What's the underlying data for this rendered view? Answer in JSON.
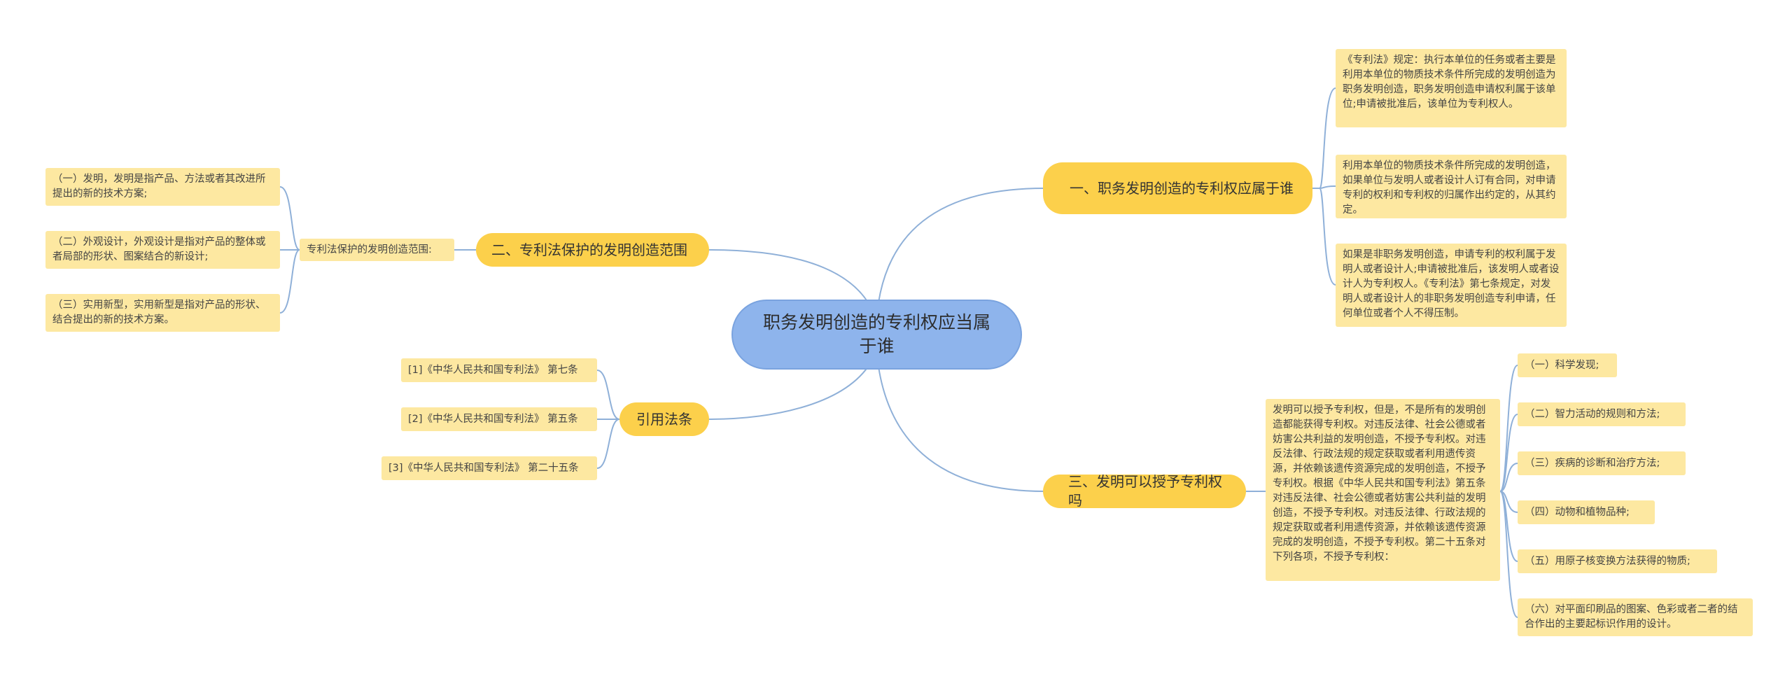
{
  "root": {
    "title": "职务发明创造的专利权应当属于谁"
  },
  "branches": {
    "b1": {
      "label": "一、职务发明创造的专利权应属于谁",
      "leaves": [
        "《专利法》规定：执行本单位的任务或者主要是利用本单位的物质技术条件所完成的发明创造为职务发明创造，职务发明创造申请权利属于该单位;申请被批准后，该单位为专利权人。",
        "利用本单位的物质技术条件所完成的发明创造，如果单位与发明人或者设计人订有合同，对申请专利的权利和专利权的归属作出约定的，从其约定。",
        "如果是非职务发明创造，申请专利的权利属于发明人或者设计人;申请被批准后，该发明人或者设计人为专利权人。《专利法》第七条规定，对发明人或者设计人的非职务发明创造专利申请，任何单位或者个人不得压制。"
      ]
    },
    "b2": {
      "label": "二、专利法保护的发明创造范围",
      "mid": "专利法保护的发明创造范围:",
      "leaves": [
        "（一）发明，发明是指产品、方法或者其改进所提出的新的技术方案;",
        "（二）外观设计，外观设计是指对产品的整体或者局部的形状、图案结合的新设计;",
        "（三）实用新型，实用新型是指对产品的形状、结合提出的新的技术方案。"
      ]
    },
    "b3": {
      "label": "三、发明可以授予专利权吗",
      "mid": "发明可以授予专利权，但是，不是所有的发明创造都能获得专利权。对违反法律、社会公德或者妨害公共利益的发明创造，不授予专利权。对违反法律、行政法规的规定获取或者利用遗传资源，并依赖该遗传资源完成的发明创造，不授予专利权。根据《中华人民共和国专利法》第五条对违反法律、社会公德或者妨害公共利益的发明创造，不授予专利权。对违反法律、行政法规的规定获取或者利用遗传资源，并依赖该遗传资源完成的发明创造，不授予专利权。第二十五条对下列各项，不授予专利权：",
      "leaves": [
        "（一）科学发现;",
        "（二）智力活动的规则和方法;",
        "（三）疾病的诊断和治疗方法;",
        "（四）动物和植物品种;",
        "（五）用原子核变换方法获得的物质;",
        "（六）对平面印刷品的图案、色彩或者二者的结合作出的主要起标识作用的设计。"
      ]
    },
    "b4": {
      "label": "引用法条",
      "leaves": [
        "[1]《中华人民共和国专利法》 第七条",
        "[2]《中华人民共和国专利法》 第五条",
        "[3]《中华人民共和国专利法》 第二十五条"
      ]
    }
  },
  "colors": {
    "root_fill": "#8eb4ec",
    "branch_fill": "#fcd04b",
    "leaf_fill": "#fde8a1",
    "line": "#8fb0d8"
  }
}
